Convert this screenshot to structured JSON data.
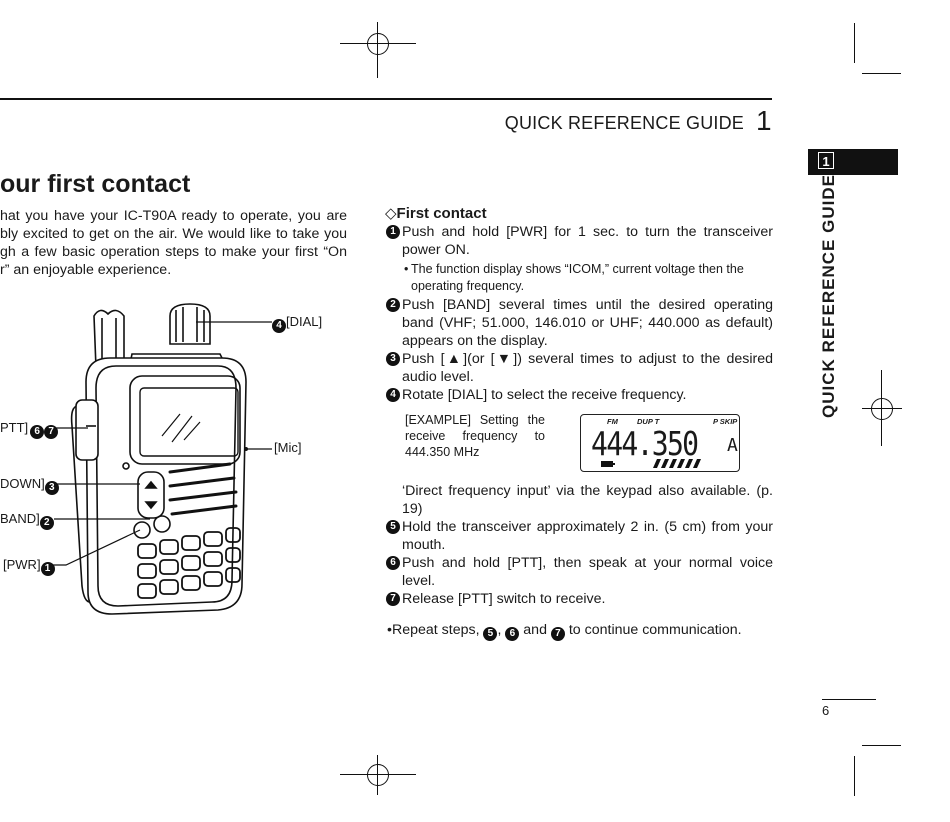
{
  "header": {
    "title": "QUICK REFERENCE GUIDE",
    "chapter": "1"
  },
  "side_tab": {
    "number": "1",
    "vertical_title": "QUICK REFERENCE GUIDE"
  },
  "section": {
    "title": "our first contact",
    "intro_lines": [
      "hat you have your IC-T90A ready to operate, you are",
      "bly excited to get on the air. We would like to take you",
      "gh a few basic operation steps to make your first “On",
      "r” an enjoyable experience."
    ]
  },
  "callouts": {
    "dial": "[DIAL]",
    "mic": "[Mic]",
    "ptt": "PTT]",
    "down": "DOWN]",
    "band": "BAND]",
    "pwr": "[PWR]",
    "num_1": "1",
    "num_2": "2",
    "num_3": "3",
    "num_4": "4",
    "num_6": "6",
    "num_7": "7"
  },
  "first_contact": {
    "heading": "First contact",
    "step1": {
      "num": "1",
      "text": "Push and hold [PWR] for 1 sec. to turn the transceiver power ON."
    },
    "step1_note": "The function display shows “ICOM,” current voltage then the operating frequency.",
    "step2": {
      "num": "2",
      "text": "Push [BAND] several times until the desired operating band (VHF; 51.000, 146.010 or UHF; 440.000 as default) appears on the display."
    },
    "step3": {
      "num": "3",
      "text": "Push [▲](or [▼]) several times to adjust to the desired audio level."
    },
    "step4": {
      "num": "4",
      "text": "Rotate [DIAL] to select the receive frequency."
    },
    "example": "[EXAMPLE] Setting the receive frequency to 444.350 MHz",
    "lcd": {
      "fm": "FM",
      "dup": "DUP T",
      "pskip": "P SKIP",
      "freq": "444.350",
      "mem": "A"
    },
    "direct_input": "‘Direct frequency input’ via the keypad also available. (p. 19)",
    "step5": {
      "num": "5",
      "text": "Hold the transceiver approximately 2 in. (5 cm) from your mouth."
    },
    "step6": {
      "num": "6",
      "text": "Push and hold [PTT], then speak at your normal voice level."
    },
    "step7": {
      "num": "7",
      "text": "Release [PTT] switch to receive."
    },
    "repeat": {
      "prefix": "•Repeat steps, ",
      "n5": "5",
      "sep1": ", ",
      "n6": "6",
      "sep2": " and ",
      "n7": "7",
      "suffix": " to continue communication."
    }
  },
  "page_number": "6"
}
